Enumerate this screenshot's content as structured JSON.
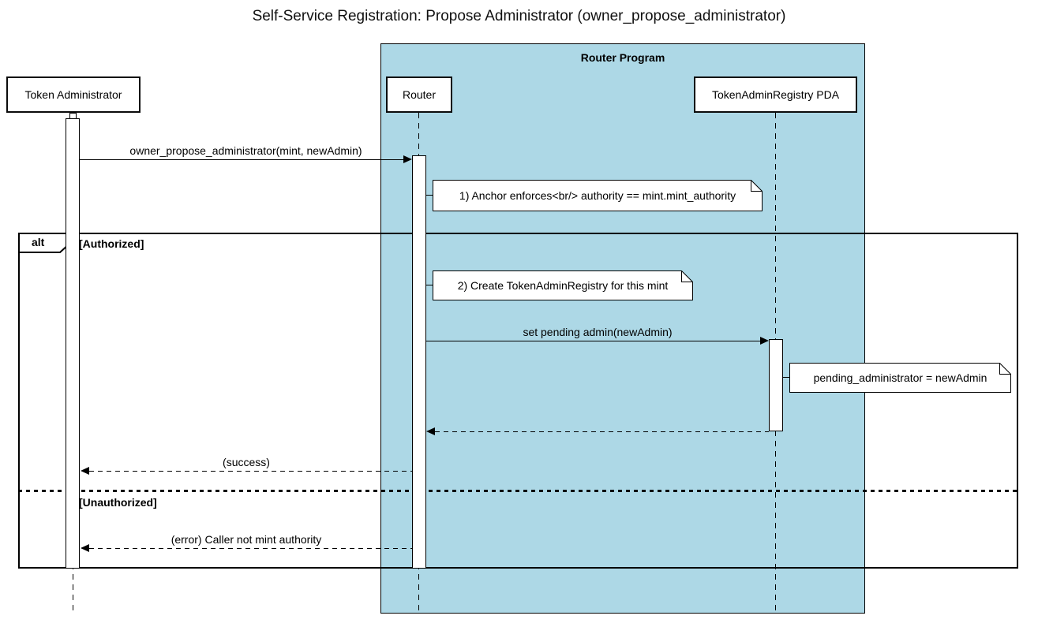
{
  "diagram": {
    "type": "sequence",
    "title": "Self-Service Registration: Propose Administrator (owner_propose_administrator)"
  },
  "colors": {
    "program_group_fill": "#ADD8E6",
    "line": "#000000",
    "participant_fill": "#FFFFFF",
    "note_fill": "#FFFFFF"
  },
  "program_group": {
    "label": "Router Program"
  },
  "participants": {
    "token_admin": {
      "label": "Token Administrator"
    },
    "router": {
      "label": "Router"
    },
    "registry": {
      "label": "TokenAdminRegistry PDA"
    }
  },
  "messages": {
    "propose": {
      "label": "owner_propose_administrator(mint, newAdmin)",
      "style": "solid",
      "from": "Token Administrator",
      "to": "Router"
    },
    "set_pending": {
      "label": "set pending admin(newAdmin)",
      "style": "solid",
      "from": "Router",
      "to": "TokenAdminRegistry PDA"
    },
    "registry_return": {
      "label": "",
      "style": "dashed",
      "from": "TokenAdminRegistry PDA",
      "to": "Router"
    },
    "success": {
      "label": "(success)",
      "style": "dashed",
      "from": "Router",
      "to": "Token Administrator"
    },
    "error": {
      "label": "(error) Caller not mint authority",
      "style": "dashed",
      "from": "Router",
      "to": "Token Administrator"
    }
  },
  "notes": {
    "anchor_enforce": {
      "label": "1) Anchor enforces<br/> authority == mint.mint_authority"
    },
    "create_registry": {
      "label": "2) Create TokenAdminRegistry for this mint"
    },
    "pending_admin": {
      "label": "pending_administrator = newAdmin"
    }
  },
  "alt_frame": {
    "operator": "alt",
    "authorized_label": "[Authorized]",
    "unauthorized_label": "[Unauthorized]"
  }
}
